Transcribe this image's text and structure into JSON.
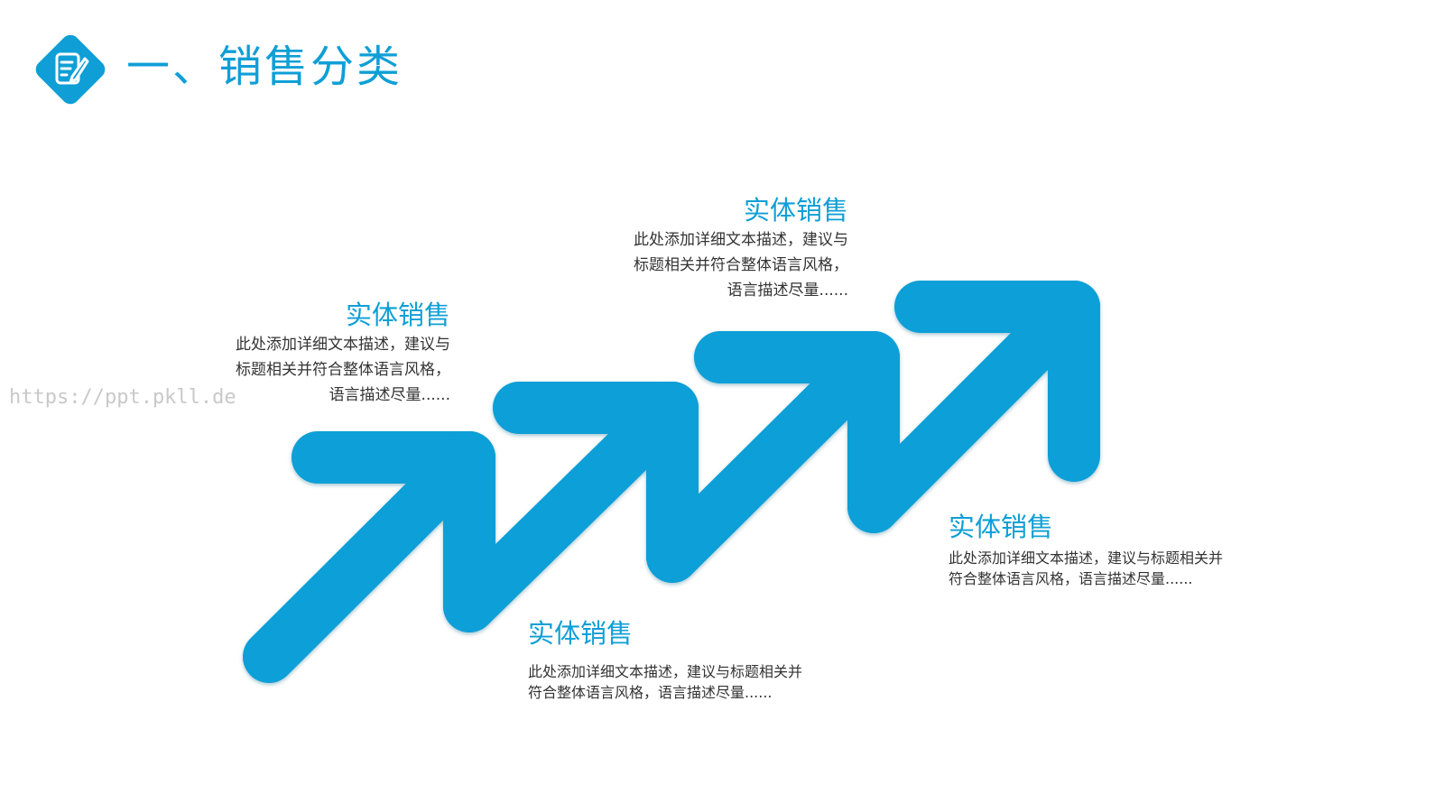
{
  "title": "一、销售分类",
  "watermark": "https://ppt.pkll.de",
  "icon": "edit-document-icon",
  "colors": {
    "accent": "#0F9FD6",
    "text": "#333333",
    "watermark": "#C9C9C9"
  },
  "blocks": [
    {
      "heading": "实体销售",
      "lines": [
        "此处添加详细文本描述，建议与",
        "标题相关并符合整体语言风格，",
        "语言描述尽量......"
      ]
    },
    {
      "heading": "实体销售",
      "lines": [
        "此处添加详细文本描述，建议与",
        "标题相关并符合整体语言风格，",
        "语言描述尽量......"
      ]
    },
    {
      "heading": "实体销售",
      "lines": [
        "此处添加详细文本描述，建议与标题相关并",
        "符合整体语言风格，语言描述尽量......"
      ]
    },
    {
      "heading": "实体销售",
      "lines": [
        "此处添加详细文本描述，建议与标题相关并",
        "符合整体语言风格，语言描述尽量......"
      ]
    }
  ]
}
